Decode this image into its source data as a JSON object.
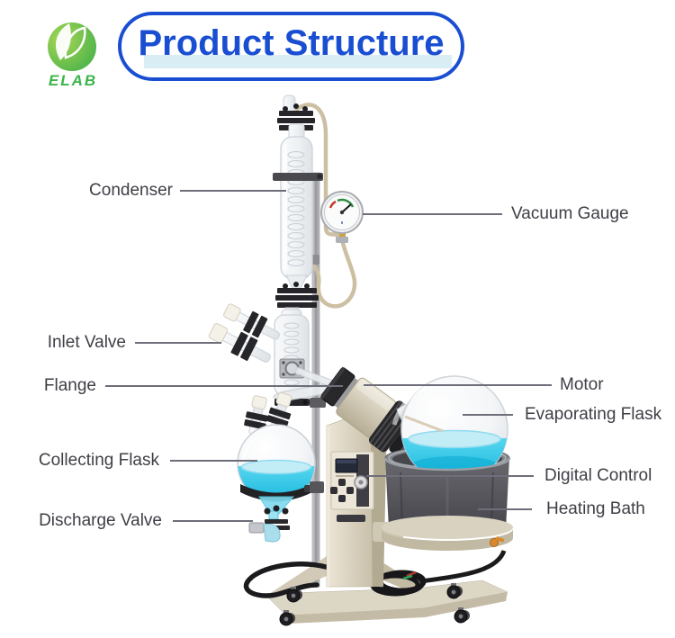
{
  "logo": {
    "brand": "ELAB"
  },
  "header": {
    "title": "Product Structure"
  },
  "labels": {
    "condenser": "Condenser",
    "vacuum_gauge": "Vacuum Gauge",
    "inlet_valve": "Inlet Valve",
    "flange": "Flange",
    "motor": "Motor",
    "evaporating_flask": "Evaporating Flask",
    "collecting_flask": "Collecting Flask",
    "digital_control": "Digital Control",
    "heating_bath": "Heating Bath",
    "discharge_valve": "Discharge Valve"
  },
  "colors": {
    "accent_blue": "#1a4ed2",
    "title_highlight": "#d9edf4",
    "label_text": "#3e3e46",
    "leader_line": "#6e6e7a",
    "logo_green": "#3bb54a",
    "liquid_cyan": "#19b9e0",
    "machine_beige": "#d8d1bf",
    "bath_gray": "#55555b"
  }
}
